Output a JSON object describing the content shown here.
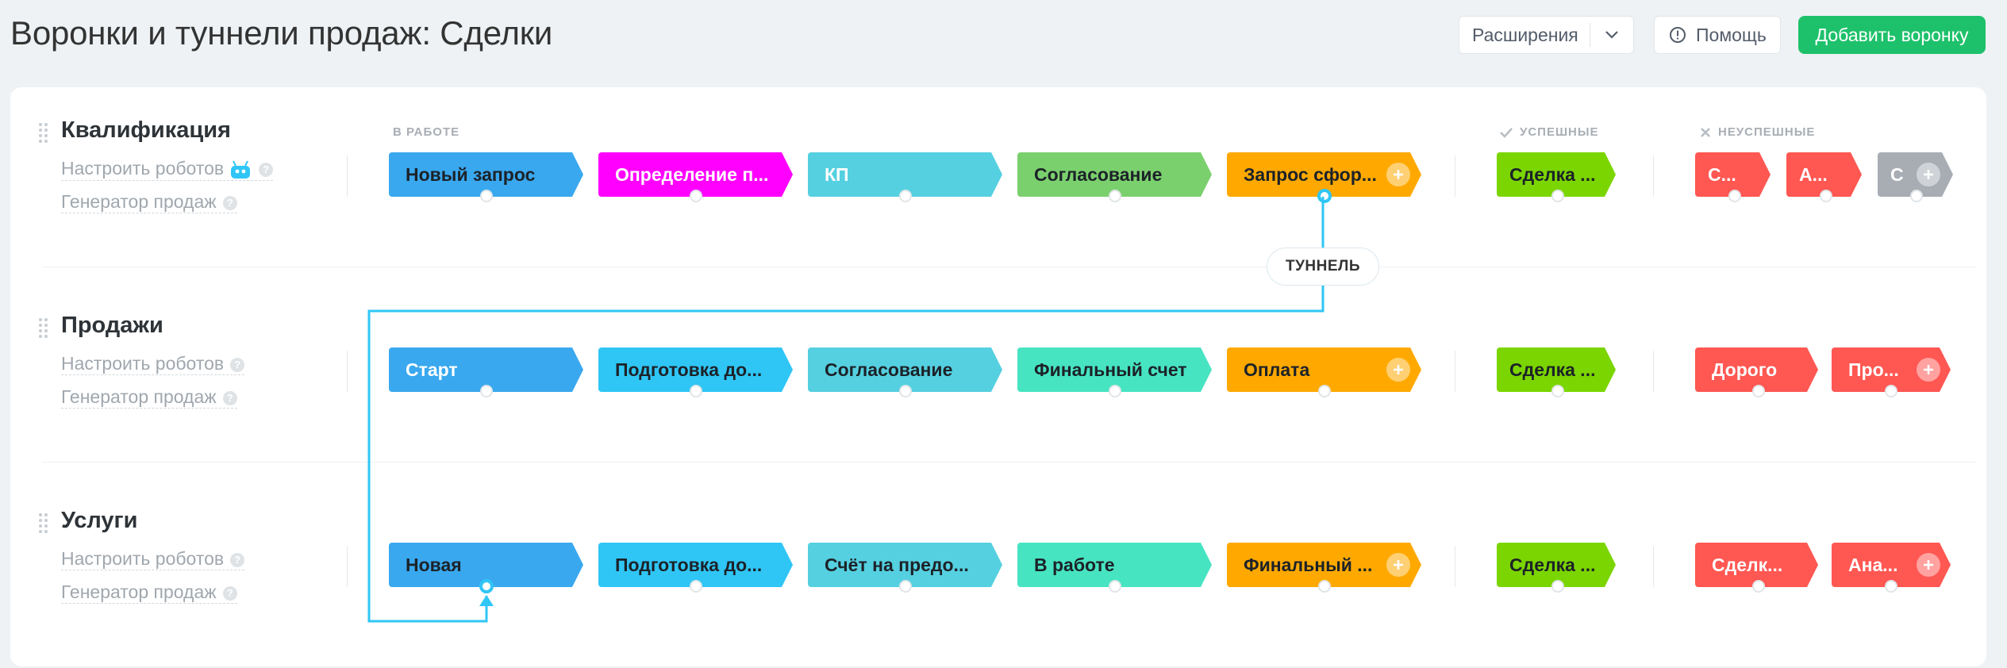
{
  "header": {
    "title": "Воронки и туннели продаж: Сделки",
    "extensions_label": "Расширения",
    "help_label": "Помощь",
    "add_funnel_label": "Добавить воронку"
  },
  "groups": {
    "in_progress": "В РАБОТЕ",
    "success": "УСПЕШНЫЕ",
    "failure": "НЕУСПЕШНЫЕ"
  },
  "tunnel_label": "ТУННЕЛЬ",
  "colors": {
    "accent_green": "#1ec16b",
    "tunnel_line": "#2fc6f6",
    "blue": "#39a8ef",
    "magenta": "#ff00ff",
    "cyan": "#2fc6f6",
    "teal": "#55d0e0",
    "green": "#7bd06e",
    "orange": "#ffa900",
    "lime": "#7bd500",
    "mint": "#47e4c2",
    "red": "#ff5752",
    "gray": "#a8adb4"
  },
  "funnels": [
    {
      "name": "Квалификация",
      "robots_label": "Настроить роботов",
      "generator_label": "Генератор продаж",
      "stages": [
        "Новый запрос",
        "Определение п...",
        "КП",
        "Согласование",
        "Запрос сфор..."
      ],
      "success": [
        "Сделка ..."
      ],
      "failure": [
        "С...",
        "А...",
        "С"
      ]
    },
    {
      "name": "Продажи",
      "robots_label": "Настроить роботов",
      "generator_label": "Генератор продаж",
      "stages": [
        "Старт",
        "Подготовка до...",
        "Согласование",
        "Финальный счет",
        "Оплата"
      ],
      "success": [
        "Сделка ..."
      ],
      "failure": [
        "Дорого",
        "Про..."
      ]
    },
    {
      "name": "Услуги",
      "robots_label": "Настроить роботов",
      "generator_label": "Генератор продаж",
      "stages": [
        "Новая",
        "Подготовка до...",
        "Счёт на предо...",
        "В работе",
        "Финальный ..."
      ],
      "success": [
        "Сделка ..."
      ],
      "failure": [
        "Сделк...",
        "Ана..."
      ]
    }
  ]
}
